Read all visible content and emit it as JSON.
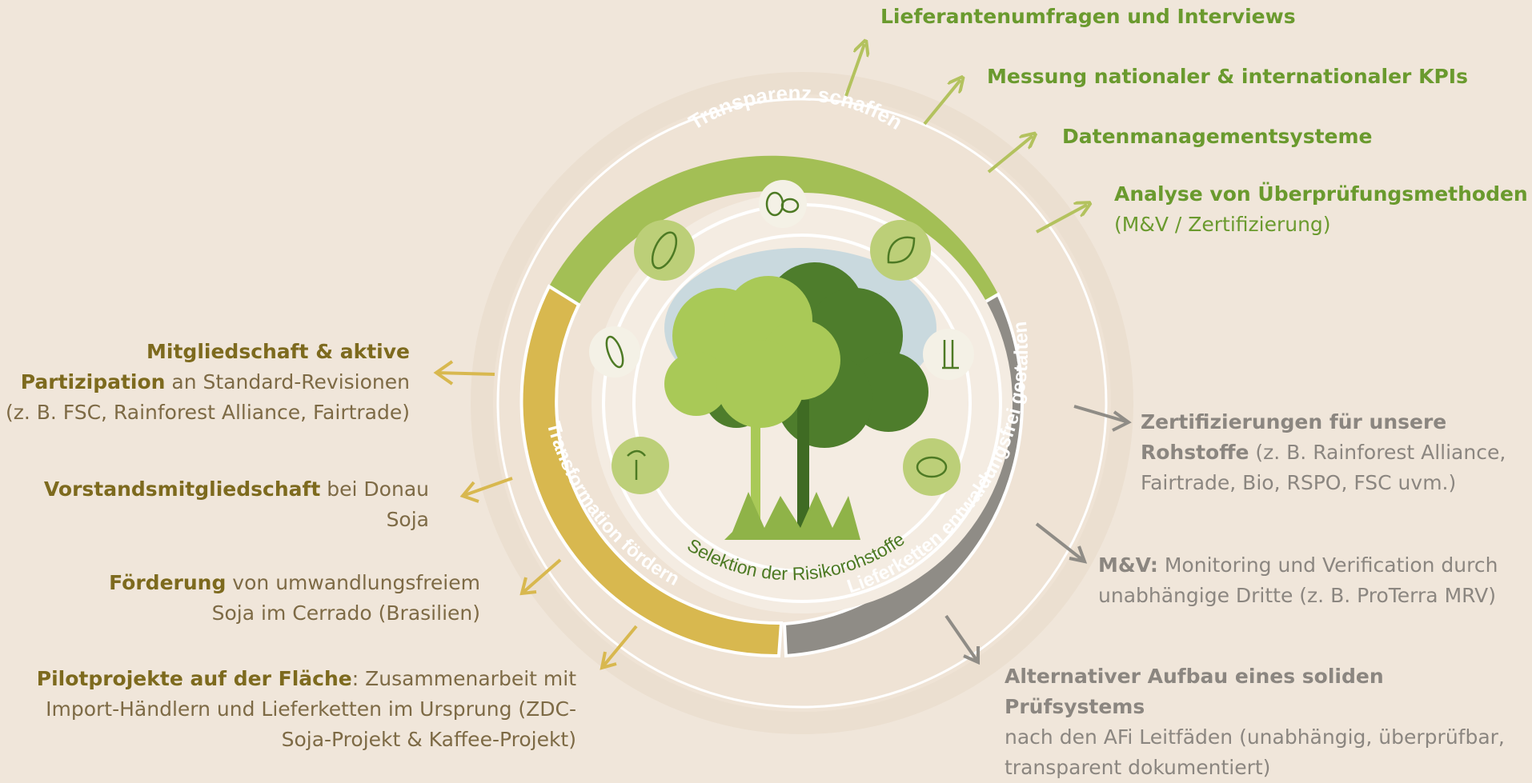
{
  "colors": {
    "background": "#f0e6da",
    "green": "#a3bf55",
    "yellow": "#d8b84f",
    "grey": "#8f8c86",
    "green_text": "#6a9a2e",
    "olive_text": "#7d6a1e",
    "grey_text": "#8b8680"
  },
  "ring": {
    "top_label": "Transparenz schaffen",
    "left_label": "Transformation fördern",
    "right_label": "Lieferketten entwaldungsfrei gestalten",
    "inner_label": "Selektion der Risikorohstoffe"
  },
  "commodity_icons": [
    "coffee-icon",
    "cocoa-icon",
    "leaf-icon",
    "soy-icon",
    "sugarcane-icon",
    "palm-oil-icon",
    "meat-icon"
  ],
  "transparency": [
    {
      "bold": "Lieferantenumfragen und Interviews",
      "rest": ""
    },
    {
      "bold": "Messung nationaler & internationaler KPIs",
      "rest": ""
    },
    {
      "bold": "Datenmanagementsysteme",
      "rest": ""
    },
    {
      "bold": "Analyse von Überprüfungsmethoden",
      "rest": "(M&V / Zertifizierung)"
    }
  ],
  "transformation": [
    {
      "bold": "Mitgliedschaft & aktive Partizipation",
      "rest": "an Standard-Revisionen (z. B. FSC, Rainforest Alliance, Fairtrade)"
    },
    {
      "bold": "Vorstandsmitgliedschaft",
      "rest": " bei Donau Soja"
    },
    {
      "bold": "Förderung",
      "rest": " von umwandlungsfreiem Soja im Cerrado (Brasilien)"
    },
    {
      "bold": "Pilotprojekte auf der Fläche",
      "rest": ": Zusammenarbeit mit Import-Händlern und Lieferketten im Ursprung (ZDC-Soja-Projekt & Kaffee-Projekt)"
    }
  ],
  "supply_chain": [
    {
      "bold": "Zertifizierungen für unsere Rohstoffe",
      "rest": " (z. B. Rainforest Alliance, Fairtrade, Bio, RSPO, FSC uvm.)"
    },
    {
      "bold": "M&V:",
      "rest": " Monitoring und Verification durch unabhängige Dritte (z. B. ProTerra MRV)"
    },
    {
      "bold": "Alternativer Aufbau eines soliden Prüfsystems",
      "rest": "nach den AFi Leitfäden (unabhängig, überprüfbar, transparent dokumentiert)"
    }
  ]
}
